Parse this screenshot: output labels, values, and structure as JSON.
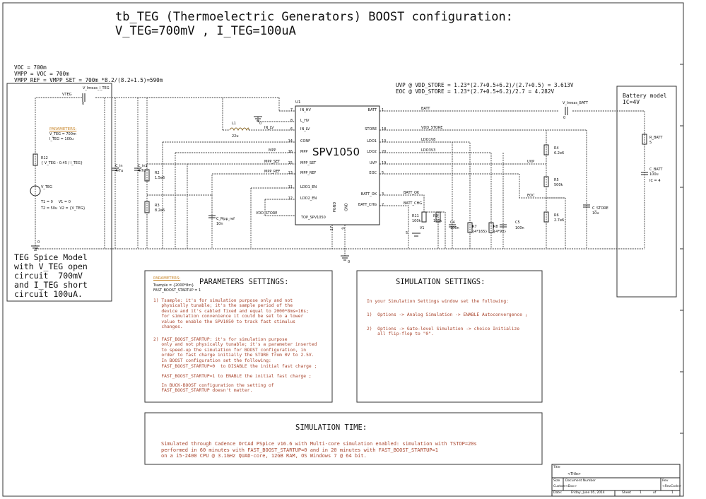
{
  "title": {
    "line1": "tb_TEG (Thermoelectric Generators) BOOST configuration:",
    "line2": "V_TEG=700mV , I_TEG=100uA"
  },
  "eq_left": {
    "l1": "VOC = 700m",
    "l2": "VMPP = VOC = 700m",
    "l3": "VMPP_REF = VMPP_SET = 700m *8.2/(8.2+1.5)=590m"
  },
  "eq_right": {
    "l1": "UVP @ VDD_STORE = 1.23*(2.7+0.5+6.2)/(2.7+0.5) = 3.613V",
    "l2": "EOC @ VDD_STORE = 1.23*(2.7+0.5+6.2)/2.7 = 4.282V"
  },
  "battery_box": {
    "l1": "Battery model",
    "l2": "IC=4V"
  },
  "teg_note": {
    "l1": "TEG Spice Model",
    "l2": "with V_TEG open",
    "l3": "circuit  700mV",
    "l4": "and I_TEG short",
    "l5": "circuit 100uA."
  },
  "chip": {
    "ref": "U1",
    "name": "SPV1050",
    "part": "TOP_SPV1050",
    "left_pins": [
      {
        "num": "7",
        "name": "IN_HV"
      },
      {
        "num": "8",
        "name": "L_HV"
      },
      {
        "num": "6",
        "name": "IN_LV"
      },
      {
        "num": "14",
        "name": "CONF"
      },
      {
        "num": "16",
        "name": "MPP"
      },
      {
        "num": "15",
        "name": "MPP_SET"
      },
      {
        "num": "13",
        "name": "MPP_REF"
      },
      {
        "num": "11",
        "name": "LDO1_EN"
      },
      {
        "num": "12",
        "name": "LDO2_EN"
      }
    ],
    "right_pins": [
      {
        "num": "1",
        "name": "BATT"
      },
      {
        "num": "18",
        "name": "STORE"
      },
      {
        "num": "10",
        "name": "LDO1"
      },
      {
        "num": "20",
        "name": "LDO2"
      },
      {
        "num": "19",
        "name": "UVP"
      },
      {
        "num": "5",
        "name": "EOC"
      },
      {
        "num": "3",
        "name": "BATT_OK"
      },
      {
        "num": "2",
        "name": "BATT_CHG"
      }
    ],
    "bottom_pins": [
      {
        "num": "17",
        "name": "PGND"
      },
      {
        "num": "9",
        "name": "GND"
      }
    ]
  },
  "nets": {
    "vteg": "VTEG",
    "vmeas_teg": "V_Imeas_I_TEG",
    "in_lv": "IN_LV",
    "mpp": "MPP",
    "mpp_set": "MPP_SET",
    "mpp_ref": "MPP_REF",
    "vdd_store_low": "VDD_STORE",
    "batt": "BATT",
    "vdd_store": "VDD_STORE",
    "ldo1v8": "LDO1V8",
    "ldo3v3": "LDO3V3",
    "uvp": "UVP",
    "eoc": "EOC",
    "batt_ok": "BATT_OK",
    "batt_chg": "BATT_CHG",
    "vmeas_batt": "V_Imeas_BATT"
  },
  "components": {
    "params1_title": "PARAMETERS:",
    "params1_l1": "V_TEG = 700m",
    "params1_l2": "I_TEG = 100u",
    "r12_name": "R12",
    "r12_val": "{ V_TEG - 0.45 / I_TEG}",
    "vteg_name": "V_TEG",
    "vteg_p1": "T1 = 0     V1 = 0",
    "vteg_p2": "T2 = 50u  V2 = {V_TEG}",
    "cin_name": "C_in",
    "cin_val": "4.7u",
    "cin1_name": "C_in1",
    "cin1_val": "4.7u",
    "r2_name": "R2",
    "r2_val": "1.5e6",
    "r3_name": "R3",
    "r3_val": "8.2e6",
    "l1_name": "L1",
    "l1_val": "22u",
    "cmpp_name": "C_Mpp_ref",
    "cmpp_val": "10n",
    "r11_name": "R11",
    "r11_val": "100k",
    "r9_name": "R9",
    "r9_val": "100k",
    "v1_name": "V1",
    "v1_val": "5",
    "c4_name": "C4",
    "c4_val": "100n",
    "r7_name": "R7",
    "r7_val": "{4*165}",
    "r8_name": "R8",
    "r8_val": "{4*90}",
    "c5_name": "C5",
    "c5_val": "100n",
    "r4_name": "R4",
    "r4_val": "6.2e6",
    "r5_name": "R5",
    "r5_val": "500k",
    "r6_name": "R6",
    "r6_val": "2.7e6",
    "cstore_name": "C_STORE",
    "cstore_val": "10u",
    "rbatt_name": "R_BATT",
    "rbatt_val": "5",
    "cbatt_name": "C_BATT",
    "cbatt_val": "100u",
    "cbatt_ic": "IC = 4",
    "zero": "0"
  },
  "param_panel": {
    "title": "PARAMETERS SETTINGS:",
    "params_title": "PARAMETERS:",
    "params_l1": "Tsample = {2000*8m}",
    "params_l2": "FAST_BOOST_STARTUP = 1",
    "p1": "1) Tsample: it's for simulation purpose only and not\n   physically tunable; it's the sample period of the\n   device and it's cabled fixed and equal to 2000*8ms=16s;\n   for simulation convenience it could be set to a lower\n   value to enable the SPV1050 to track fast stimulus\n   changes.",
    "p2": "2) FAST_BOOST_STARTUP: it's for simulation purpose\n   only and not physically tunable; it's a parameter inserted\n   to speed-up the simulation for BOOST configuration, in\n   order to fast charge initially the STORE from 0V to 2.5V.\n   In BOOST configuration set the following:",
    "p3": "   FAST_BOOST_STARTUP=0  to DISABLE the initial fast charge ;",
    "p4": "   FAST_BOOST_STARTUP=1 to ENABLE the initial fast charge ;",
    "p5": "   In BUCK-BOOST configuration the setting of\n   FAST_BOOST_STARTUP doesn't matter."
  },
  "sim_panel": {
    "title": "SIMULATION SETTINGS:",
    "intro": "In your Simulation Settings window set the following:",
    "o1": "1)  Options -> Analog Simulation -> ENABLE Autoconvergence ;",
    "o2": "2)  Options -> Gate-level Simulation -> choice Initialize\n    all flip-flop to \"0\"."
  },
  "time_panel": {
    "title": "SIMULATION TIME:",
    "text": "Simulated through Cadence OrCAd PSpice v16.6 with Multi-core simulation enabled: simulation with TSTOP=20s\nperformed in 60 minutes with FAST_BOOST_STARTUP=0 and in 20 minutes with FAST_BOOST_STARTUP=1\non a i5-2400 CPU @ 3.1GHz QUAD-core, 12GB RAM, OS Windows 7 @ 64 bit."
  },
  "title_block": {
    "title_label": "Title",
    "title_val": "<Title>",
    "size_label": "Size",
    "size_val": "Custom",
    "docnum_label": "Document Number",
    "docnum_val": "<Doc>",
    "rev_label": "Rev",
    "rev_val": "<RevCode>",
    "date_label": "Date:",
    "date_val": "Friday, June 05, 2014",
    "sheet_label": "Sheet",
    "sheet_num": "1",
    "of_label": "of",
    "sheet_total": "1"
  }
}
